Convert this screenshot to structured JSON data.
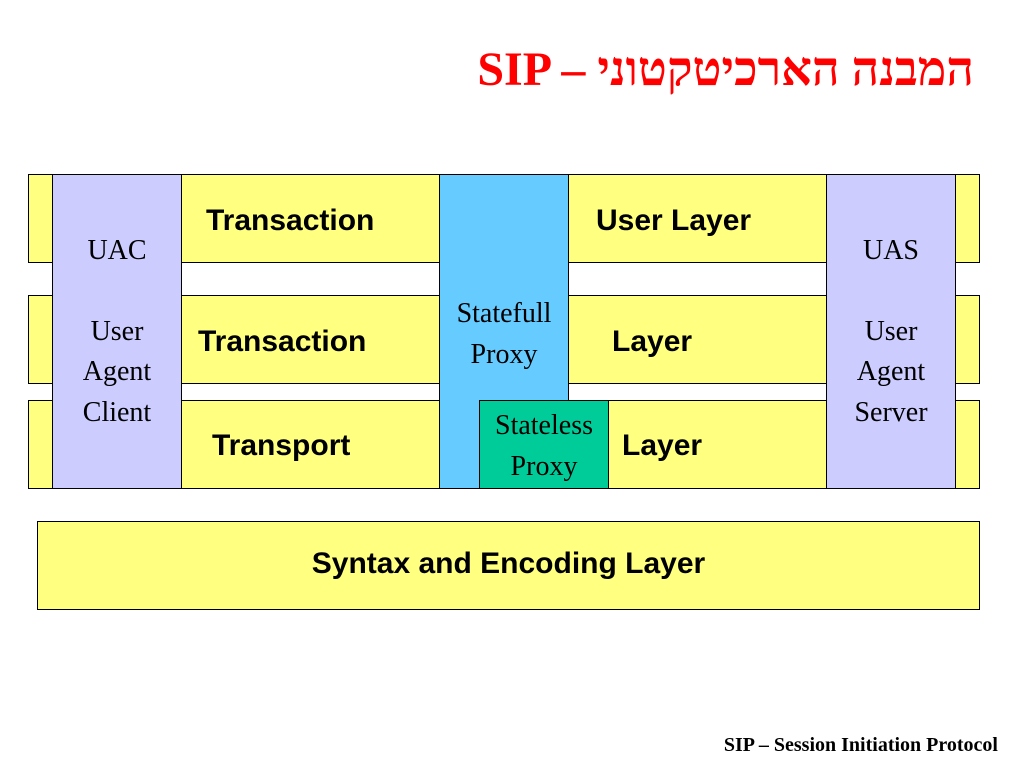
{
  "title": "SIP – המבנה הארכיטקטוני",
  "diagram": {
    "layers": {
      "row1_left": "Transaction",
      "row1_right": "User Layer",
      "row2_left": "Transaction",
      "row2_right": "Layer",
      "row3_left": "Transport",
      "row3_right": "Layer",
      "syntax": "Syntax and Encoding Layer"
    },
    "uac": {
      "abbr": "UAC",
      "line1": "User",
      "line2": "Agent",
      "line3": "Client"
    },
    "uas": {
      "abbr": "UAS",
      "line1": "User",
      "line2": "Agent",
      "line3": "Server"
    },
    "statefull_proxy": {
      "line1": "Statefull",
      "line2": "Proxy"
    },
    "stateless_proxy": {
      "line1": "Stateless",
      "line2": "Proxy"
    }
  },
  "footer": "SIP – Session Initiation Protocol",
  "colors": {
    "title": "#ff0000",
    "layer_fill": "#ffff80",
    "agent_fill": "#ccccff",
    "statefull_proxy_fill": "#66ccff",
    "stateless_proxy_fill": "#00cc99"
  }
}
